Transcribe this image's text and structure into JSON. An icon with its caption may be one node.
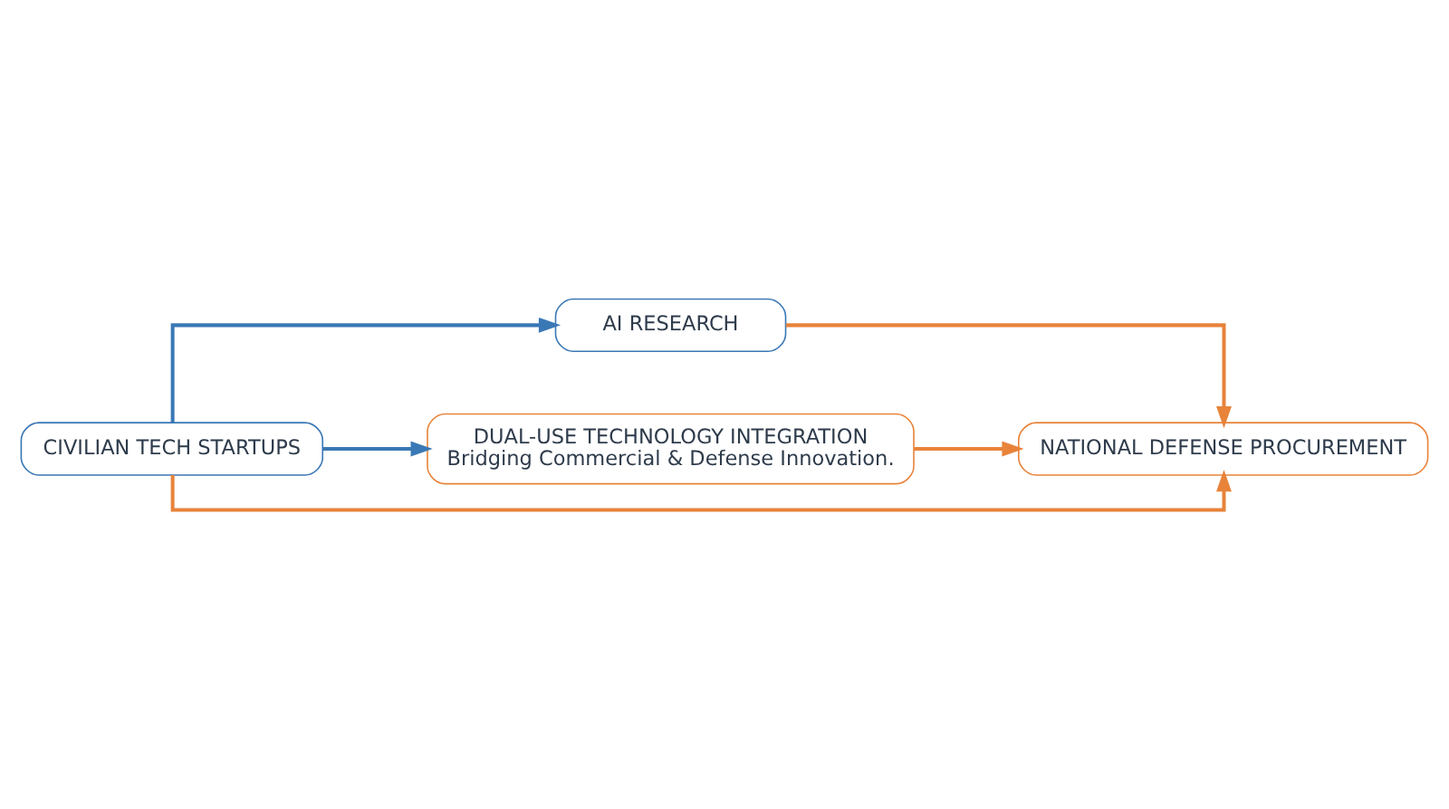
{
  "diagram": {
    "nodes": [
      {
        "text": [
          "AI RESEARCH"
        ]
      },
      {
        "text": [
          "CIVILIAN TECH STARTUPS"
        ]
      },
      {
        "text": [
          "DUAL-USE TECHNOLOGY INTEGRATION",
          "Bridging Commercial & Defense Innovation."
        ]
      },
      {
        "text": [
          "NATIONAL DEFENSE PROCUREMENT"
        ]
      }
    ],
    "edges": [
      {
        "from": 1,
        "to": 0,
        "arrow": "to",
        "color": "#3a78b5"
      },
      {
        "from": 0,
        "to": 3,
        "arrow": "to",
        "color": "#e8833a"
      },
      {
        "from": 1,
        "to": 2,
        "arrow": "to",
        "color": "#3a78b5"
      },
      {
        "from": 2,
        "to": 3,
        "arrow": "to",
        "color": "#e8833a"
      },
      {
        "from": 1,
        "to": 3,
        "arrow": "to",
        "color": "#e8833a"
      }
    ]
  }
}
